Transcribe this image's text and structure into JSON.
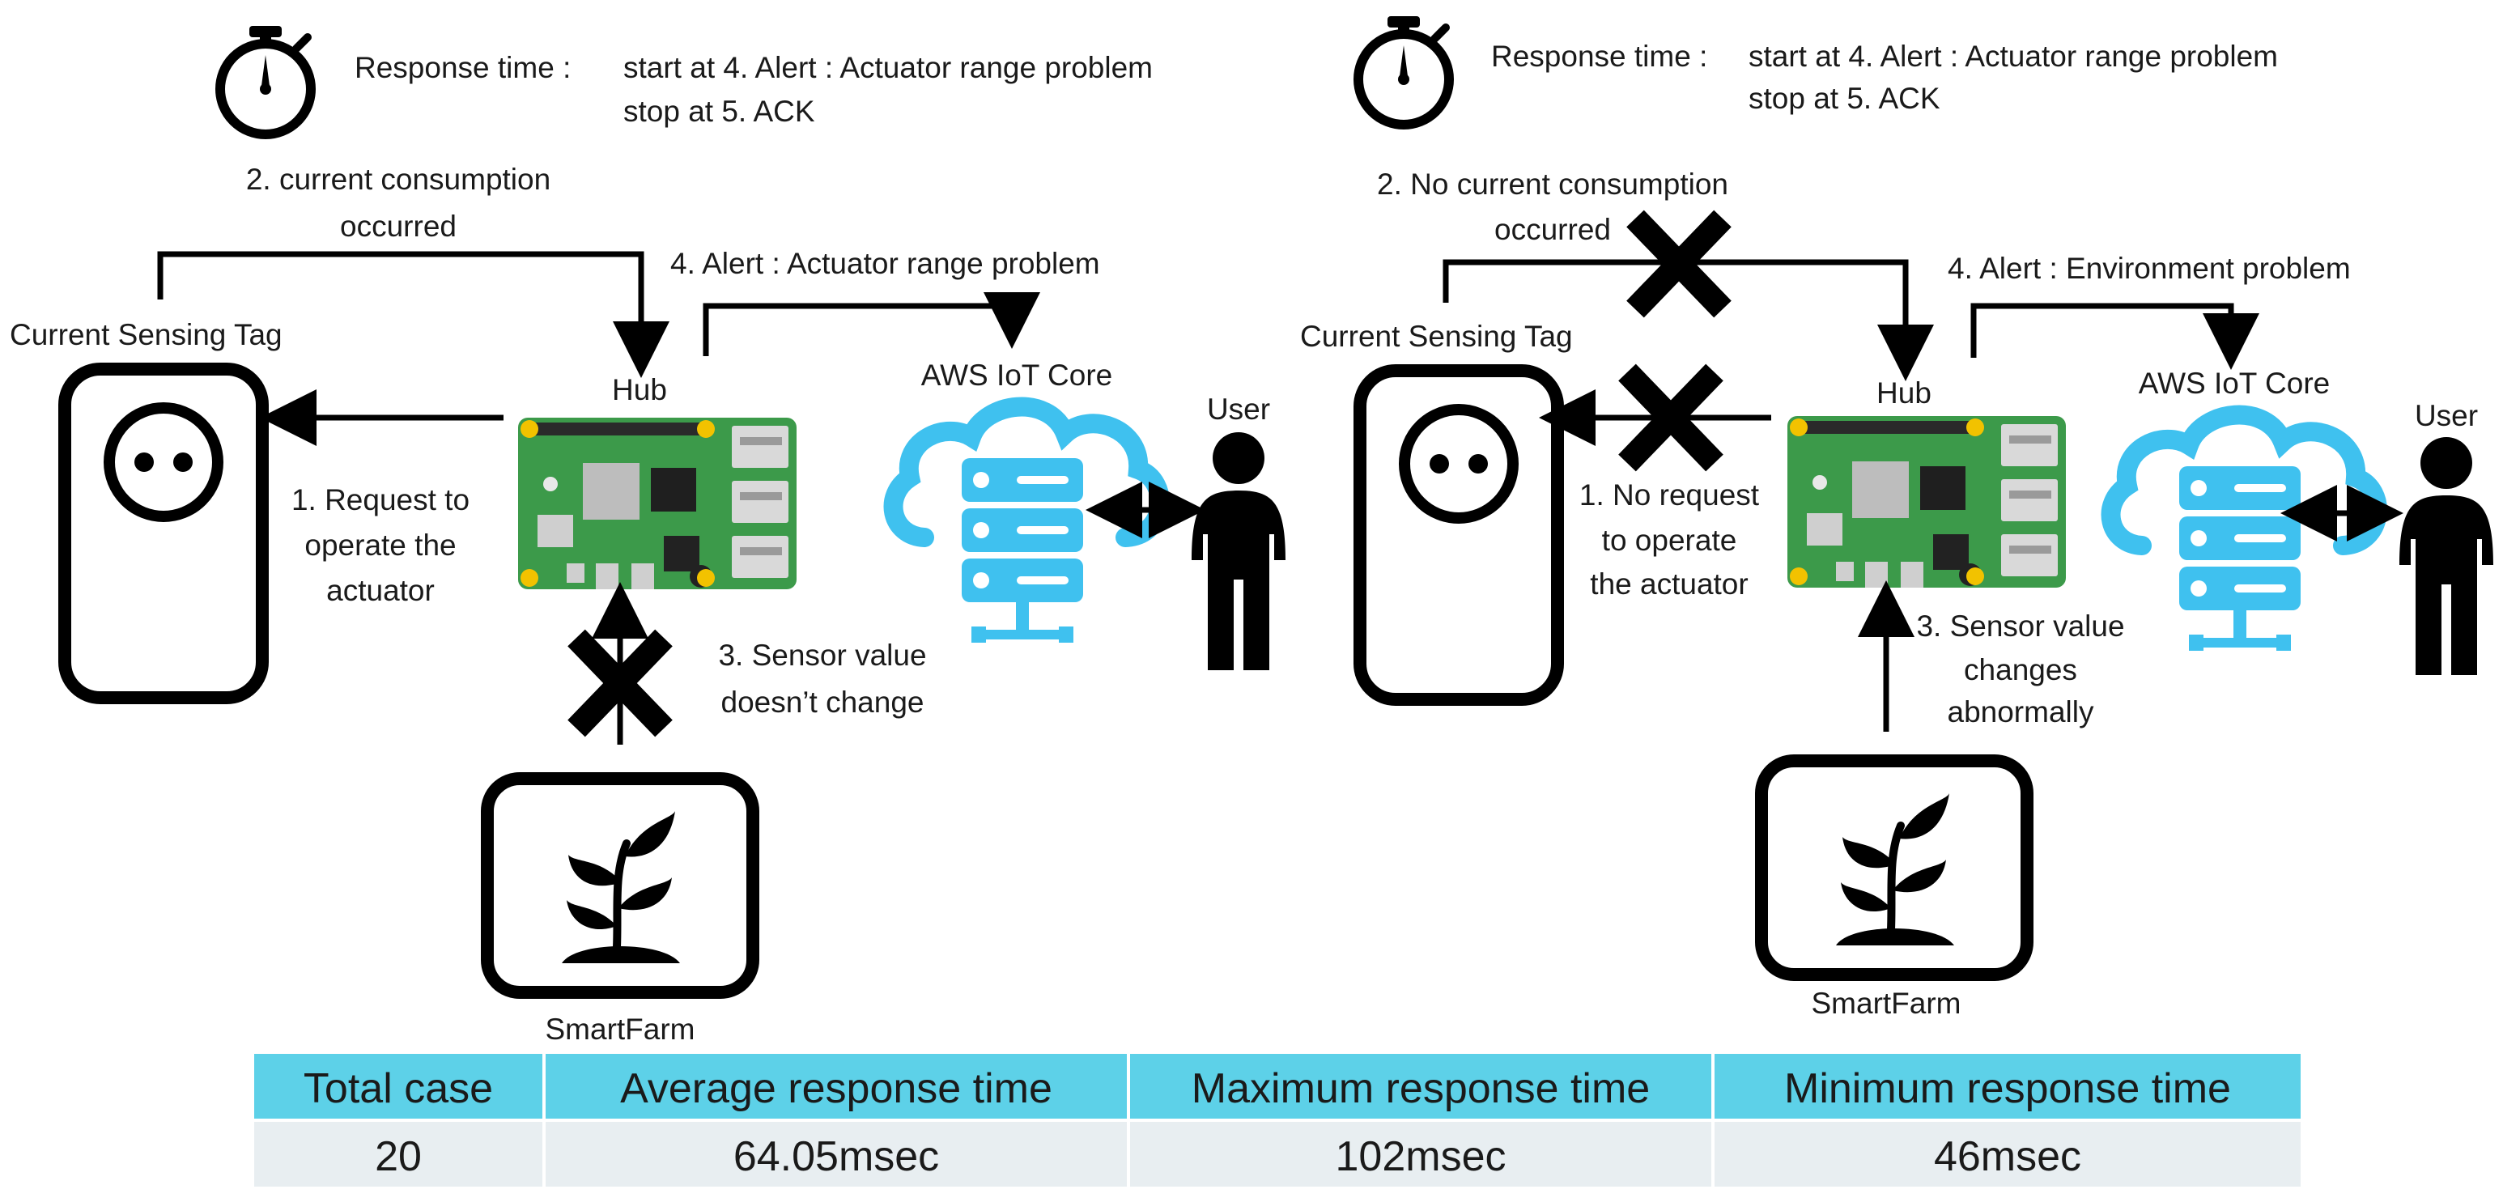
{
  "left": {
    "response_label": "Response time :",
    "response_start": "start at 4. Alert : Actuator range problem",
    "response_stop": "stop at 5. ACK",
    "step2": [
      "2. current consumption",
      "occurred"
    ],
    "step4": "4. Alert : Actuator range problem",
    "tag_label": "Current Sensing Tag",
    "hub_label": "Hub",
    "cloud_label": "AWS IoT Core",
    "user_label": "User",
    "step1": [
      "1. Request to",
      "operate the",
      "actuator"
    ],
    "step3": [
      "3. Sensor value",
      "doesn’t change"
    ],
    "farm_label": "SmartFarm"
  },
  "right": {
    "response_label": "Response time :",
    "response_start": "start at 4. Alert : Actuator range problem",
    "response_stop": "stop at 5. ACK",
    "step2": [
      "2. No current consumption",
      "occurred"
    ],
    "step4": "4. Alert : Environment problem",
    "tag_label": "Current Sensing Tag",
    "hub_label": "Hub",
    "cloud_label": "AWS IoT Core",
    "user_label": "User",
    "step1": [
      "1. No request",
      "to operate",
      "the actuator"
    ],
    "step3": [
      "3. Sensor value",
      "changes",
      "abnormally"
    ],
    "farm_label": "SmartFarm"
  },
  "table": {
    "headers": [
      "Total case",
      "Average response time",
      "Maximum response time",
      "Minimum response time"
    ],
    "values": [
      "20",
      "64.05msec",
      "102msec",
      "46msec"
    ]
  },
  "colors": {
    "cloud": "#3fc1ef",
    "header_bg": "#5dd1e8",
    "value_bg": "#e8eef1",
    "board": "#3c9a4a"
  },
  "icons": [
    "stopwatch-icon",
    "socket-tag-icon",
    "raspberry-pi-board-icon",
    "cloud-server-icon",
    "user-icon",
    "plant-icon",
    "cross-mark-icon"
  ]
}
